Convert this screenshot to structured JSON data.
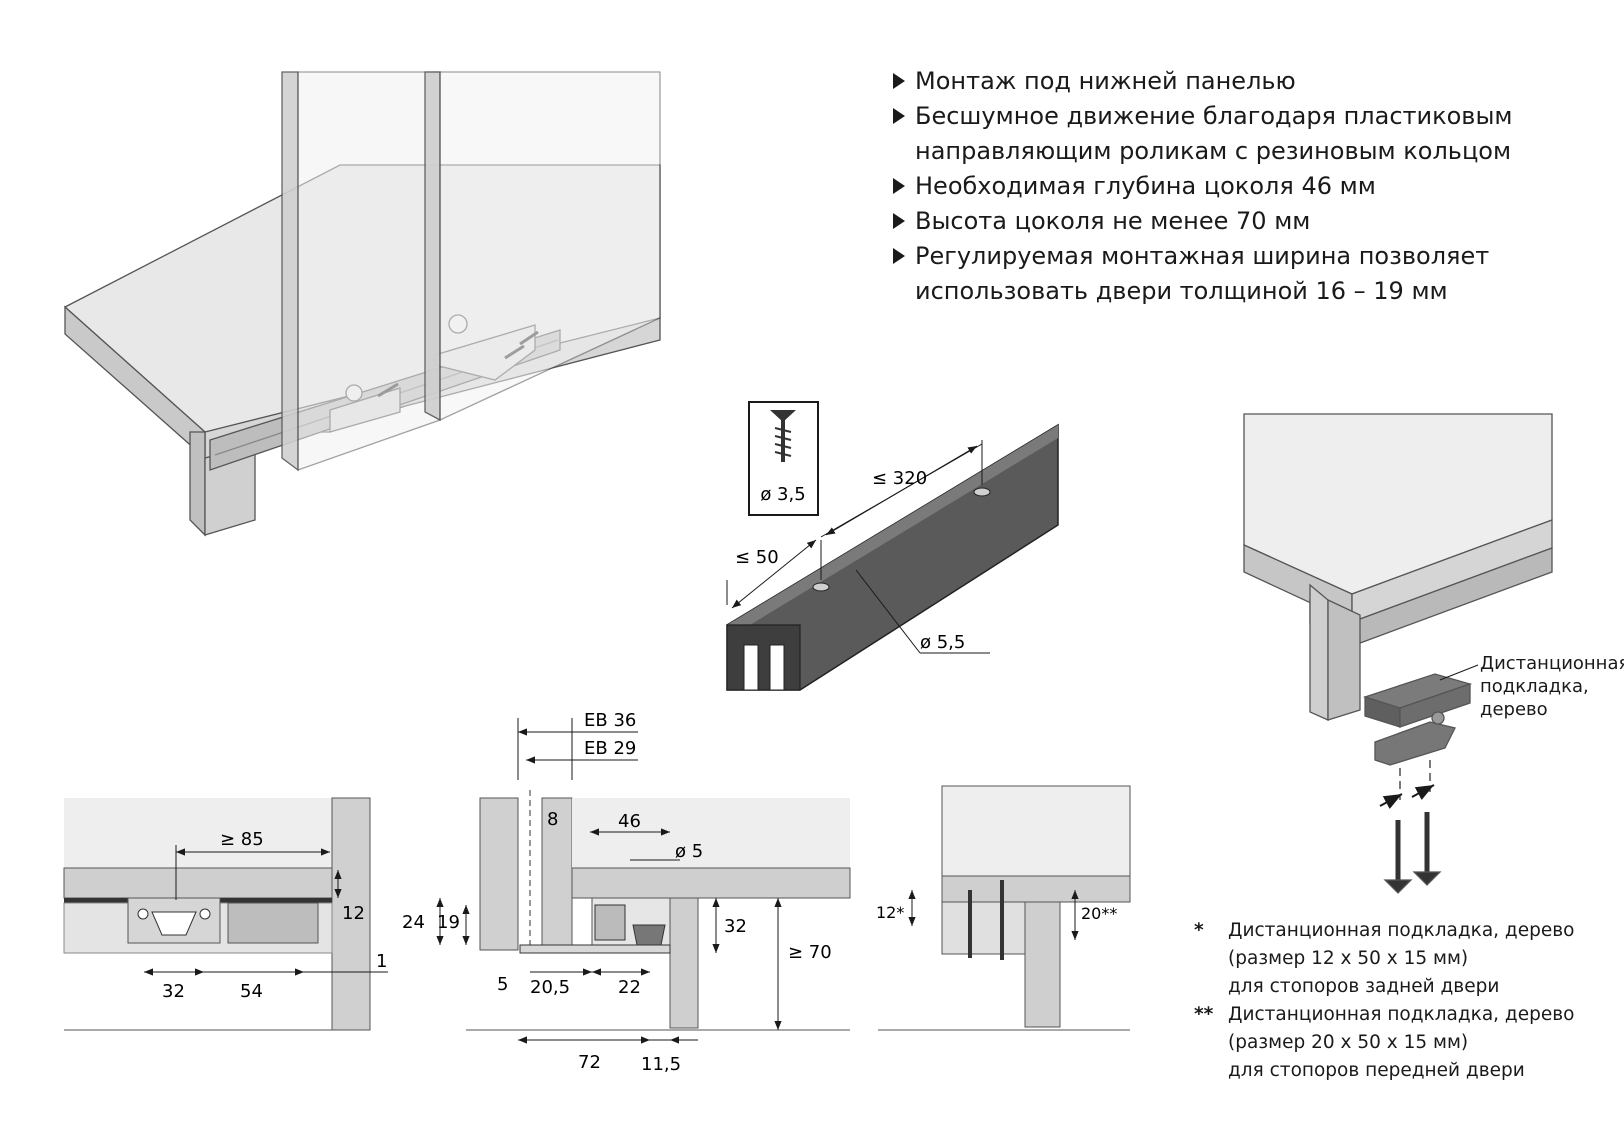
{
  "features": [
    {
      "line1": "Монтаж под нижней панелью",
      "line2": ""
    },
    {
      "line1": "Бесшумное движение благодаря пластиковым",
      "line2": "направляющим роликам с резиновым кольцом"
    },
    {
      "line1": "Необходимая глубина цоколя 46 мм",
      "line2": ""
    },
    {
      "line1": "Высота цоколя не менее 70 мм",
      "line2": ""
    },
    {
      "line1": "Регулируемая монтажная ширина позволяет",
      "line2": "использовать двери толщиной 16 – 19 мм"
    }
  ],
  "rail": {
    "screw": "ø 3,5",
    "spacing": "≤ 320",
    "end": "≤ 50",
    "hole": "ø 5,5"
  },
  "spacer": {
    "line1": "Дистанционная",
    "line2": "подкладка,",
    "line3": "дерево"
  },
  "plan": {
    "d85": "≥ 85",
    "d12": "12",
    "d32": "32",
    "d54": "54",
    "d1": "1"
  },
  "section": {
    "eb36": "EB 36",
    "eb29": "EB 29",
    "d8": "8",
    "d46": "46",
    "d5dia": "ø 5",
    "d24": "24",
    "d19": "19",
    "d32": "32",
    "d70": "≥ 70",
    "d5": "5",
    "d205": "20,5",
    "d22": "22",
    "d72": "72",
    "d115": "11,5"
  },
  "detail": {
    "d12": "12*",
    "d20": "20**"
  },
  "footnotes": [
    {
      "mark": "*",
      "l1": "Дистанционная подкладка, дерево",
      "l2": "(размер 12 x 50 x 15 мм)",
      "l3": "для стопоров задней двери"
    },
    {
      "mark": "**",
      "l1": "Дистанционная подкладка, дерево",
      "l2": "(размер 20 x 50 x 15 мм)",
      "l3": "для стопоров передней двери"
    }
  ]
}
